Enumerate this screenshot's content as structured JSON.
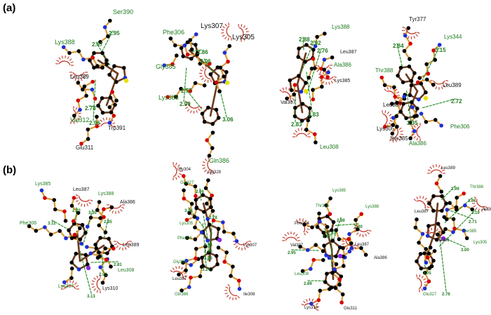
{
  "panels": [
    {
      "id": "panel-a",
      "label": "(a)"
    },
    {
      "id": "panel-b",
      "label": "(b)"
    }
  ],
  "colors": {
    "carbon": "#000000",
    "oxygen": "#d40000",
    "nitrogen": "#1c2fd6",
    "sulfur": "#e8e000",
    "phosphorus": "#8a2be2",
    "bond_ligand": "#6b3a1e",
    "bond_residue": "#d79a3a",
    "hbond": "#2d8f2d",
    "hydrophobic": "#c0392b",
    "label_green": "#1f7a1f",
    "label_black": "#111111"
  },
  "complexes": [
    {
      "residues": [
        "Ser390",
        "Lys388",
        "Leu389",
        "Val312",
        "Trp391",
        "Glu311"
      ],
      "distances": [
        "2.95",
        "2.67",
        "2.78",
        "2.96"
      ]
    },
    {
      "residues": [
        "Lys307",
        "Phe306",
        "Lys305",
        "Gly385",
        "Lys388",
        "Gln386"
      ],
      "distances": [
        "2.86",
        "3.06",
        "2.77",
        "2.99",
        "3.06"
      ]
    },
    {
      "residues": [
        "Lys388",
        "Leu387",
        "Ala386",
        "Lys385",
        "Val307",
        "Leu308"
      ],
      "distances": [
        "2.88",
        "2.92",
        "2.76",
        "2.83",
        "2.83"
      ]
    },
    {
      "residues": [
        "Tyr377",
        "Lys344",
        "Thr388",
        "Leu389",
        "Leu387",
        "Lys305",
        "Ser385",
        "Ala386",
        "Phe306"
      ],
      "distances": [
        "2.84",
        "3.15",
        "2.72",
        "3.35"
      ]
    },
    {
      "residues": [
        "Lys385",
        "Leu387",
        "Lys388",
        "Ala386",
        "Leu389",
        "Phe306",
        "Leu308",
        "Lys307",
        "Lys310"
      ],
      "distances": [
        "2.70",
        "3.30",
        "2.85",
        "3.11",
        "2.81",
        "2.91",
        "3.13"
      ]
    },
    {
      "residues": [
        "Gly304",
        "Gly328",
        "Glu327",
        "Lys305",
        "Phe306",
        "Gly385",
        "Lys307",
        "Leu387",
        "Gln386",
        "Ile308"
      ],
      "distances": [
        "2.66",
        "3.04",
        "2.78",
        "2.94",
        "2.96",
        "2.86",
        "3.24"
      ]
    },
    {
      "residues": [
        "Lys385",
        "Thr305",
        "Lys388",
        "Phe306",
        "Val307",
        "Leu387",
        "Ala386",
        "Leu308",
        "Lys310",
        "Glu311"
      ],
      "distances": [
        "2.87",
        "2.88",
        "2.93",
        "2.80",
        "2.95",
        "2.89"
      ]
    },
    {
      "residues": [
        "Leu389",
        "Thr388",
        "Leu387",
        "Ala386",
        "Ser385",
        "Phe306",
        "Lys305",
        "Glu327"
      ],
      "distances": [
        "2.99",
        "3.01",
        "3.19",
        "2.71",
        "3.00",
        "3.05",
        "2.76"
      ]
    }
  ]
}
